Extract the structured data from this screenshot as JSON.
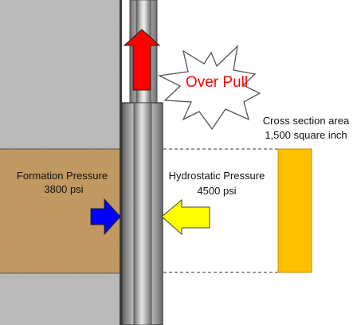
{
  "callout": {
    "text": "Over Pull",
    "color": "#ff0000"
  },
  "cross_section": {
    "line1": "Cross section area",
    "line2": "1,500 square inch",
    "block_color": "#ffc000"
  },
  "formation": {
    "line1": "Formation Pressure",
    "line2": "3800 psi",
    "arrow_color": "#0000ff",
    "rock_color": "#c89a62"
  },
  "hydrostatic": {
    "line1": "Hydrostatic Pressure",
    "line2": "4500 psi",
    "arrow_color": "#ffff00"
  },
  "pull_arrow": {
    "color": "#ff0000"
  },
  "strata_color": "#b8b8b8"
}
